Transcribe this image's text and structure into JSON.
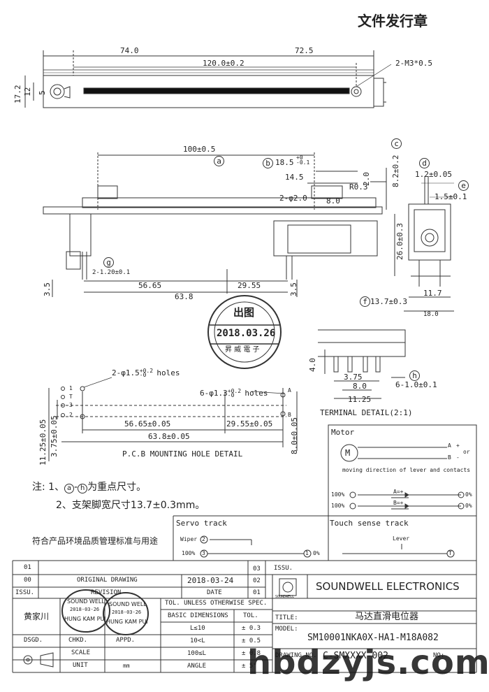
{
  "header": {
    "title": "文件发行章"
  },
  "top_view": {
    "dim_74": "74.0",
    "dim_72_5": "72.5",
    "dim_120": "120.0±0.2",
    "dim_m3": "2-M3*0.5",
    "dim_17_2": "17.2",
    "dim_12": "12",
    "dim_5": "5"
  },
  "side_view": {
    "dim_100": "100±0.5",
    "mark_a": "a",
    "mark_b": "b",
    "dim_18_5": "18.5",
    "dim_18_5_tol": "+0 -0.1",
    "dim_14_5": "14.5",
    "dim_r0_3": "R0.3",
    "dim_2_0": "2.0",
    "dim_phi2": "2-φ2.0",
    "dim_8_0": "8.0",
    "mark_c": "c",
    "dim_8_2": "8.2±0.2",
    "dim_26": "26.0±0.3",
    "mark_g": "g",
    "dim_pins": "2-1.20±0.1",
    "dim_3_5_left": "3.5",
    "dim_56_65": "56.65",
    "dim_29_55": "29.55",
    "dim_3_5_right": "3.5",
    "dim_63_8": "63.8"
  },
  "end_view": {
    "mark_d": "d",
    "dim_1_2": "1.2±0.05",
    "mark_e": "e",
    "dim_1_5": "1.5±0.1",
    "dim_11_7": "11.7",
    "mark_f": "f",
    "dim_13_7": "13.7±0.3",
    "dim_18": "18.0"
  },
  "release_stamp": {
    "title": "出图",
    "date": "2018.03.26",
    "company": "昇 威 電 子"
  },
  "terminal_detail": {
    "dim_4": "4.0",
    "dim_3_75": "3.75",
    "dim_8": "8.0",
    "dim_11_25": "11.25",
    "mark_h": "h",
    "dim_6_pins": "6-1.0±0.1",
    "caption": "TERMINAL DETAIL(2:1)"
  },
  "pcb_detail": {
    "holes_2": "2-φ1.5",
    "holes_2_tol": "+0.2 -0",
    "holes_2_suffix": "holes",
    "holes_6": "6-φ1.3",
    "holes_6_tol": "+0.2 -0",
    "holes_6_suffix": "holes",
    "pin_1": "1",
    "pin_t": "T",
    "pin_3": "3",
    "pin_2": "2",
    "pin_a": "A",
    "pin_b": "B",
    "dim_56_65": "56.65±0.05",
    "dim_29_55": "29.55±0.05",
    "dim_63_8": "63.8±0.05",
    "dim_11_25": "11.25±0.05",
    "dim_3_75": "3.75±0.05",
    "dim_8": "8.0±0.05",
    "caption": "P.C.B  MOUNTING HOLE DETAIL"
  },
  "notes": {
    "line1_prefix": "注: 1、",
    "line1_a": "a",
    "line1_dash": "-",
    "line1_h": "h",
    "line1_suffix": "为重点尺寸。",
    "line2": "2、支架脚宽尺寸13.7±0.3mm。",
    "compliance": "符合产品环境品质管理标准与用途"
  },
  "motor_box": {
    "title": "Motor",
    "symbol": "M",
    "a": "A",
    "b": "B",
    "plus": "+",
    "minus": "-",
    "or": "or",
    "caption": "moving direction of lever and contacts",
    "row1_left": "100%",
    "row1_mid": "A=+",
    "row1_right": "0%",
    "row2_left": "100%",
    "row2_mid": "B=+",
    "row2_right": "0%"
  },
  "servo_box": {
    "title": "Servo track",
    "wiper": "Wiper",
    "wiper_num": "2",
    "pct100": "100%",
    "left_num": "3",
    "right_num": "1",
    "pct0": "0%"
  },
  "touch_box": {
    "title": "Touch sense track",
    "lever": "Lever",
    "terminal": "T"
  },
  "title_block": {
    "rev_01": "01",
    "rev_00": "00",
    "issu_label": "ISSU.",
    "original_drawing": "ORIGINAL DRAWING",
    "original_date": "2018-03-24",
    "revision": "REVISION",
    "date": "DATE",
    "rev_03": "03",
    "rev_02": "02",
    "rev_01b": "01",
    "issu_label2": "ISSU.",
    "dsgd": "DSGD.",
    "chkd": "CHKD.",
    "appd": "APPD.",
    "scale": "SCALE",
    "unit": "UNIT",
    "unit_val": "mm",
    "signer": "黄家川",
    "stamp1_top": "SOUND WELL",
    "stamp1_date": "2018-03-26",
    "stamp1_bottom": "HUNG KAM PUI",
    "stamp2_top": "SOUND WELL",
    "stamp2_date": "2018-03-26",
    "stamp2_bottom": "HUNG KAM PUI",
    "tol_title": "TOL. UNLESS OTHERWISE SPEC.",
    "basic_dims": "BASIC DIMENSIONS",
    "tol": "TOL.",
    "tol_r1_dim": "L≤10",
    "tol_r1_val": "± 0.3",
    "tol_r2_dim": "10<L",
    "tol_r2_val": "± 0.5",
    "tol_r3_dim": "100≤L",
    "tol_r3_val": "± 0.8",
    "tol_r4_dim": "ANGLE",
    "tol_r4_val": "± 5°",
    "logo_small": "SOUNDWELL",
    "company": "SOUNDWELL ELECTRONICS",
    "title_label": "TITLE:",
    "title_value": "马达直滑电位器",
    "model_label": "MODEL:",
    "model_value": "SM10001NKA0X-HA1-M18A082",
    "drawing_label": "DRAWING NO.",
    "drawing_value": "C-SMXXXX-002",
    "no_label": "NO:"
  },
  "watermark": "hbdzyjs.com"
}
